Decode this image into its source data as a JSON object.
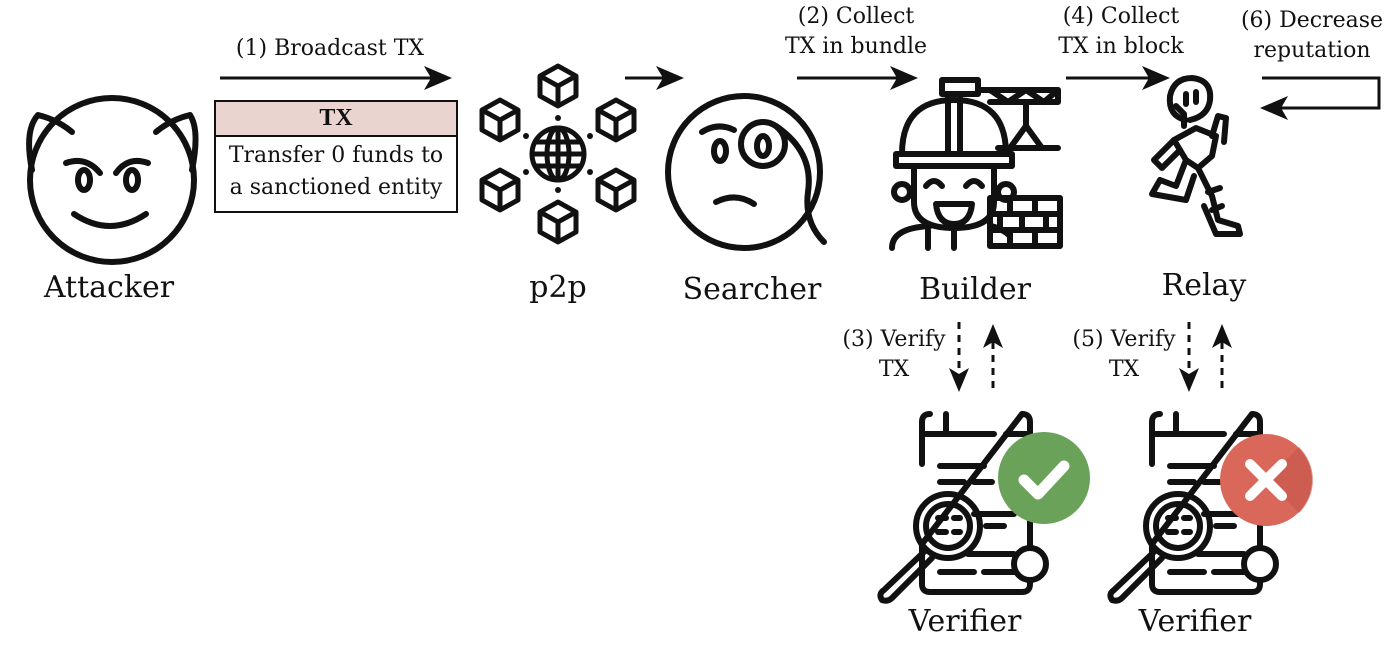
{
  "diagram": {
    "nodes": [
      {
        "id": "attacker",
        "label": "Attacker",
        "icon": "devil-face-icon"
      },
      {
        "id": "p2p",
        "label": "p2p",
        "icon": "network-globe-icon"
      },
      {
        "id": "searcher",
        "label": "Searcher",
        "icon": "monocle-face-icon"
      },
      {
        "id": "builder",
        "label": "Builder",
        "icon": "construction-worker-icon"
      },
      {
        "id": "relay",
        "label": "Relay",
        "icon": "runner-icon"
      },
      {
        "id": "verifier1",
        "label": "Verifier",
        "icon": "document-search-icon",
        "badge": "check-badge-icon",
        "badge_color": "#6aa25a"
      },
      {
        "id": "verifier2",
        "label": "Verifier",
        "icon": "document-search-icon",
        "badge": "cross-badge-icon",
        "badge_color": "#d9685a"
      }
    ],
    "steps": [
      {
        "id": "s1",
        "line1": "(1) Broadcast TX",
        "line2": "",
        "from": "attacker",
        "to": "p2p"
      },
      {
        "id": "s1b",
        "line1": "",
        "line2": "",
        "from": "p2p",
        "to": "searcher"
      },
      {
        "id": "s2",
        "line1": "(2) Collect",
        "line2": "TX in bundle",
        "from": "searcher",
        "to": "builder"
      },
      {
        "id": "s3",
        "line1": "(3) Verify",
        "line2": "TX",
        "from": "builder",
        "to": "verifier1",
        "style": "dashed-bidirectional"
      },
      {
        "id": "s4",
        "line1": "(4) Collect",
        "line2": "TX in block",
        "from": "builder",
        "to": "relay"
      },
      {
        "id": "s5",
        "line1": "(5) Verify",
        "line2": "TX",
        "from": "relay",
        "to": "verifier2",
        "style": "dashed-bidirectional"
      },
      {
        "id": "s6",
        "line1": "(6) Decrease",
        "line2": "reputation",
        "from": "relay",
        "to": "relay",
        "style": "loop"
      }
    ],
    "tx_box": {
      "header": "TX",
      "line1": "Transfer 0 funds to",
      "line2": "a sanctioned entity",
      "header_color": "#ead4d0"
    }
  }
}
